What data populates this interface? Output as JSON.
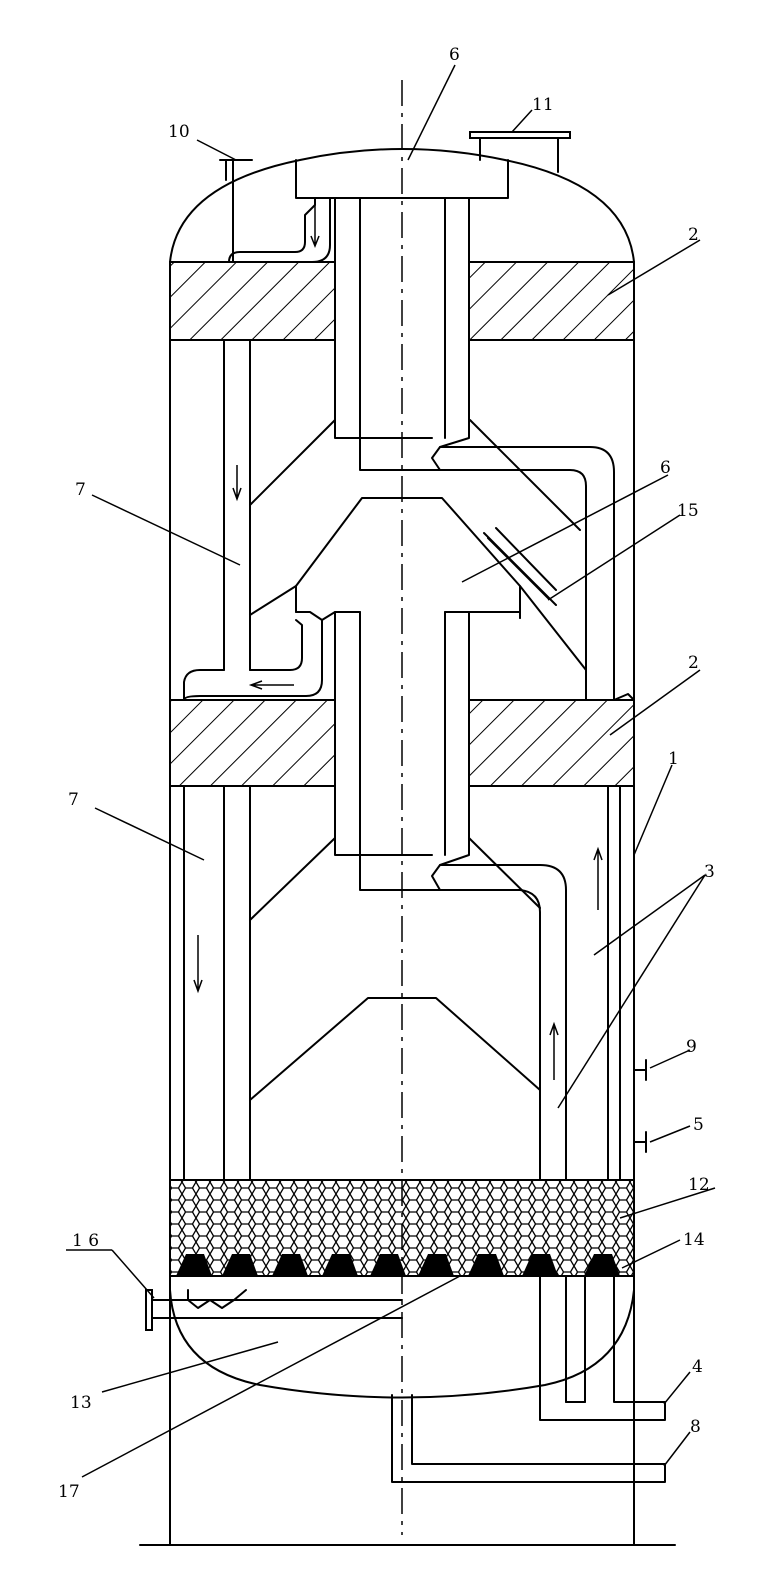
{
  "labels": {
    "l1": "1",
    "l2a": "2",
    "l2b": "2",
    "l3": "3",
    "l4": "4",
    "l5": "5",
    "l6a": "6",
    "l6b": "6",
    "l7a": "7",
    "l7b": "7",
    "l8": "8",
    "l9": "9",
    "l10": "10",
    "l11": "11",
    "l12": "12",
    "l13": "13",
    "l14": "14",
    "l15": "15",
    "l16": "1 6",
    "l17": "17"
  }
}
